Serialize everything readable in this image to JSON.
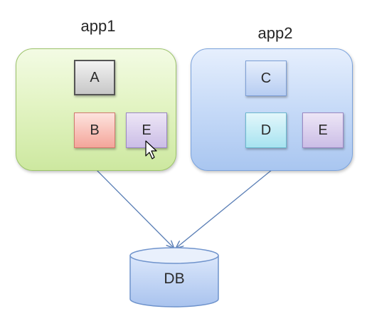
{
  "diagram": {
    "apps": [
      {
        "title": "app1",
        "nodes": [
          "A",
          "B",
          "E"
        ]
      },
      {
        "title": "app2",
        "nodes": [
          "C",
          "D",
          "E"
        ]
      }
    ],
    "database": {
      "label": "DB"
    }
  },
  "colors": {
    "app1_fill": "#dff1bf",
    "app2_fill": "#c4d8f6",
    "arrow": "#5b7fb6"
  }
}
